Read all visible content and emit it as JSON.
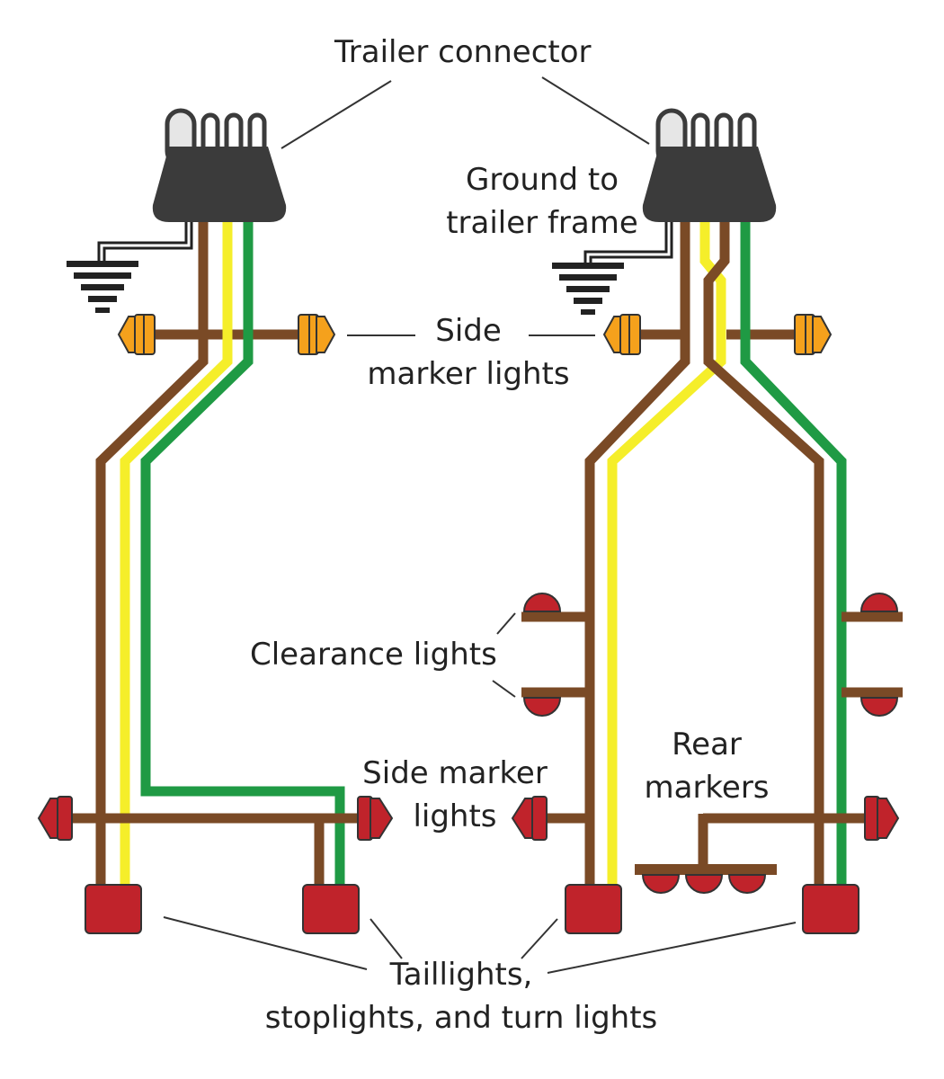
{
  "labels": {
    "trailer_connector": "Trailer connector",
    "ground_line1": "Ground to",
    "ground_line2": "trailer frame",
    "side_marker_top_line1": "Side",
    "side_marker_top_line2": "marker lights",
    "clearance": "Clearance lights",
    "side_marker_bottom_line1": "Side marker",
    "side_marker_bottom_line2": "lights",
    "rear_line1": "Rear",
    "rear_line2": "markers",
    "taillights_line1": "Taillights,",
    "taillights_line2": "stoplights, and turn lights"
  },
  "colors": {
    "brown_wire": "#7a4a26",
    "yellow_wire": "#f5ee2a",
    "green_wire": "#1f9a44",
    "white_wire": "#ffffff",
    "red_light": "#c0232b",
    "amber_light": "#f5a11c",
    "connector_body": "#3b3b3b",
    "leader_line": "#333333"
  }
}
